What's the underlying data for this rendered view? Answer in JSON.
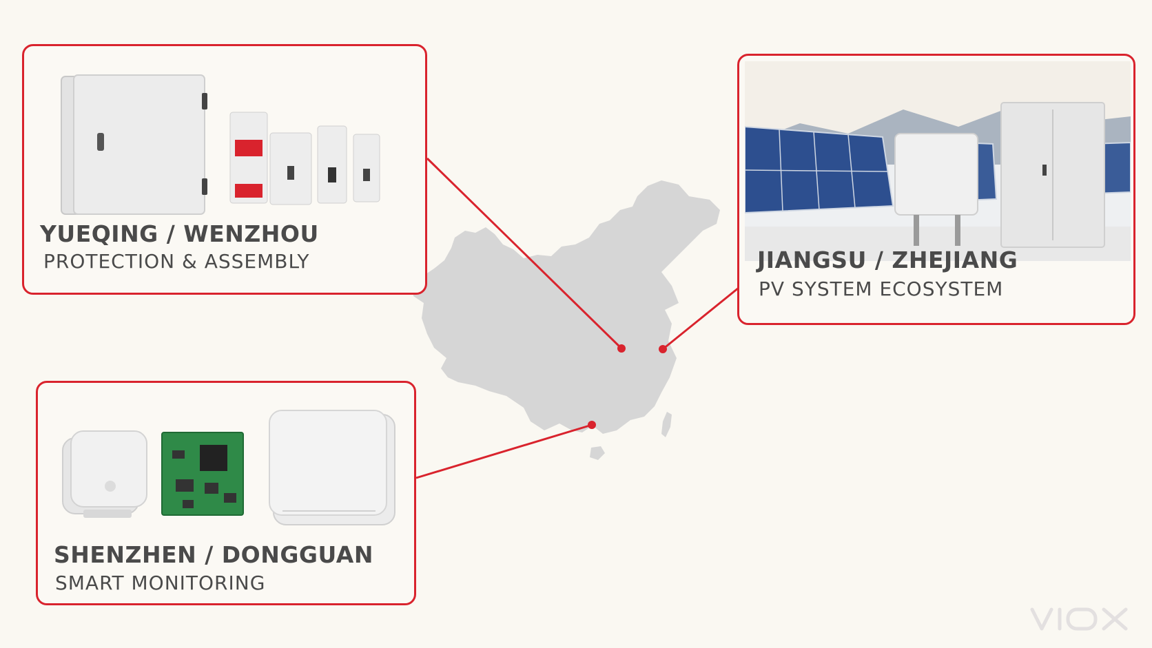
{
  "regions": [
    {
      "id": "yueqing",
      "title": "YUEQING / WENZHOU",
      "subtitle": "PROTECTION & ASSEMBLY"
    },
    {
      "id": "jiangsu",
      "title": "JIANGSU / ZHEJIANG",
      "subtitle": "PV SYSTEM ECOSYSTEM"
    },
    {
      "id": "shenzhen",
      "title": "SHENZHEN / DONGGUAN",
      "subtitle": "SMART MONITORING"
    }
  ],
  "icons": {
    "map": "china-map-icon",
    "marker": "location-dot-icon",
    "logo": "viox-logo"
  },
  "logo_text": "VIOX",
  "colors": {
    "accent": "#d9232d",
    "background": "#faf8f2",
    "map": "#d6d6d6",
    "text": "#4a4a4a"
  }
}
